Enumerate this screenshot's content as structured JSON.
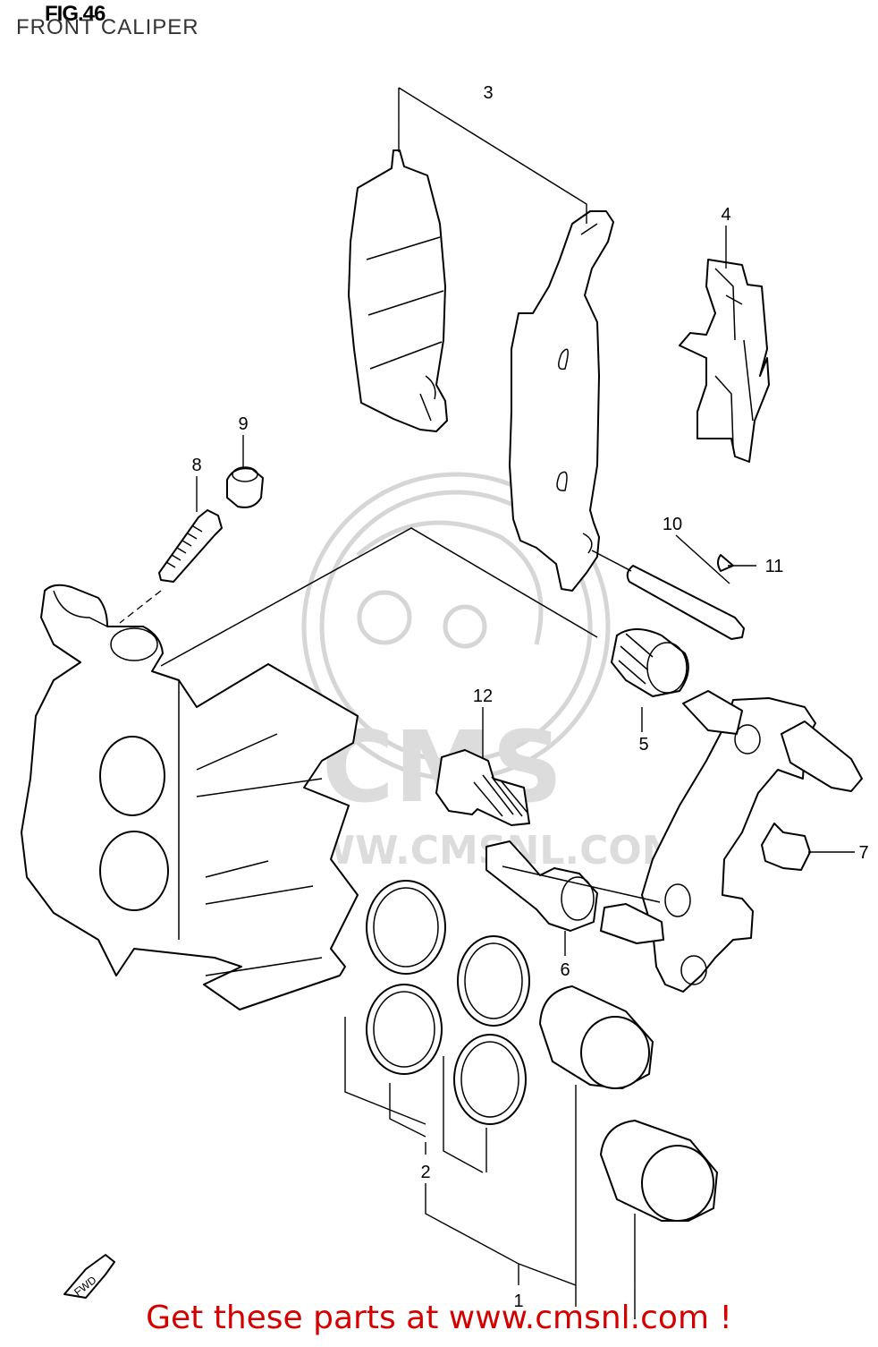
{
  "header": {
    "figure_number": "FIG.46",
    "title": "FRONT CALIPER"
  },
  "callouts": [
    {
      "id": "callout-1",
      "label": "1"
    },
    {
      "id": "callout-2",
      "label": "2"
    },
    {
      "id": "callout-3",
      "label": "3"
    },
    {
      "id": "callout-4",
      "label": "4"
    },
    {
      "id": "callout-5",
      "label": "5"
    },
    {
      "id": "callout-6",
      "label": "6"
    },
    {
      "id": "callout-7",
      "label": "7"
    },
    {
      "id": "callout-8",
      "label": "8"
    },
    {
      "id": "callout-9",
      "label": "9"
    },
    {
      "id": "callout-10",
      "label": "10"
    },
    {
      "id": "callout-11",
      "label": "11"
    },
    {
      "id": "callout-12",
      "label": "12"
    }
  ],
  "watermark": {
    "logo_text": "CMS",
    "url_text": "WWW.CMSNL.COM"
  },
  "fwd_badge": "FWD",
  "footer": {
    "promo_text": "Get these parts at www.cmsnl.com !"
  }
}
